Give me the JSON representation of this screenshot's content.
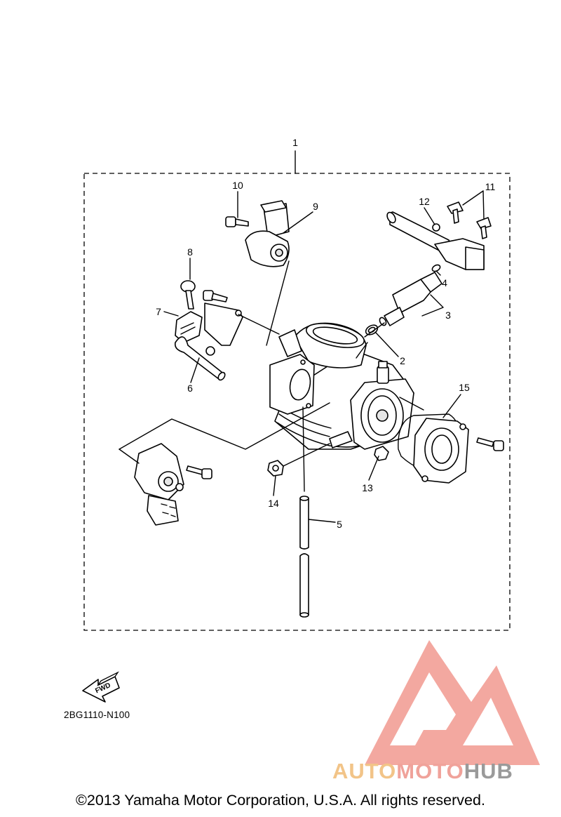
{
  "diagram": {
    "assembly_callout": "1",
    "callouts": [
      "2",
      "3",
      "4",
      "5",
      "6",
      "7",
      "8",
      "9",
      "10",
      "11",
      "12",
      "13",
      "14",
      "15"
    ],
    "direction_badge": "FWD",
    "diagram_code": "2BG1110-N100"
  },
  "watermark": {
    "word_part1": "AUTO",
    "word_part2": "MOTO",
    "word_part3": "HUB",
    "colors": {
      "primary": "#f2c488",
      "secondary": "#f0a29a",
      "tertiary": "#9a9a9a"
    }
  },
  "footer": {
    "copyright": "©2013 Yamaha Motor Corporation, U.S.A. All rights reserved."
  }
}
